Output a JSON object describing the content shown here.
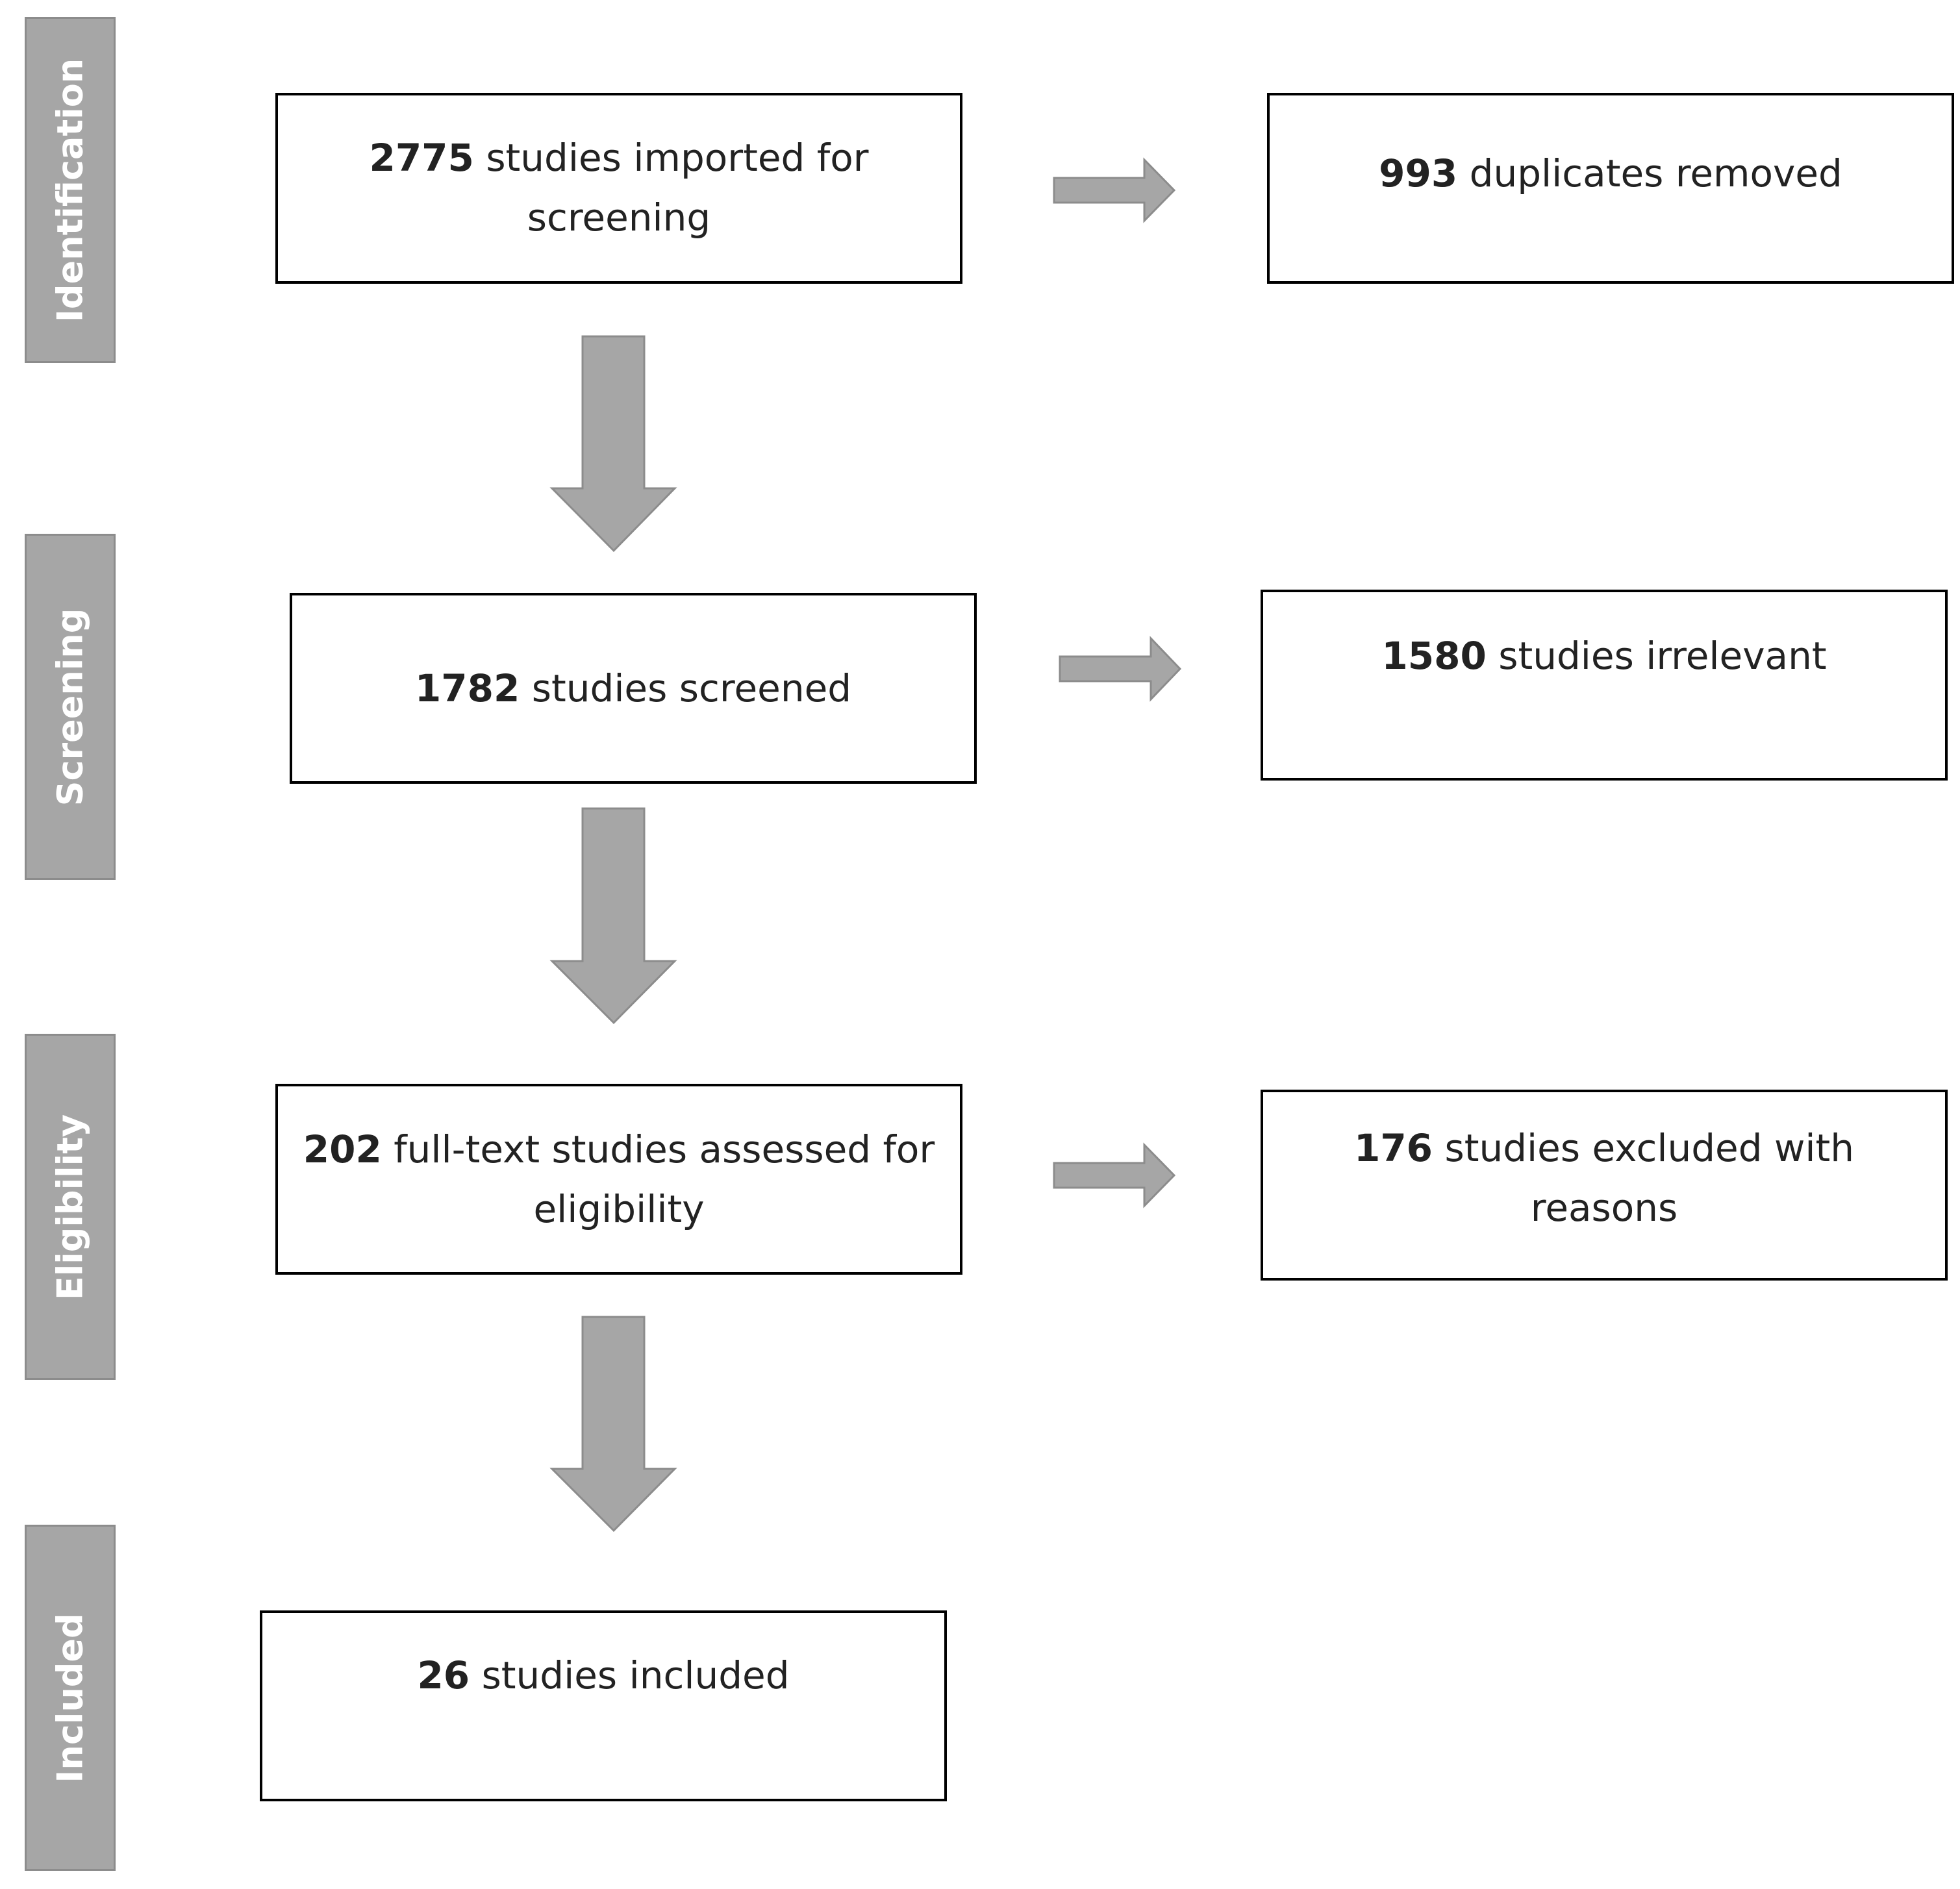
{
  "stages": {
    "identification": "Identification",
    "screening": "Screening",
    "eligibility": "Eligibility",
    "included": "Included"
  },
  "boxes": {
    "imported": {
      "count": "2775",
      "text1": " studies imported for",
      "text2": "screening"
    },
    "duplicates": {
      "count": "993",
      "text1": " duplicates removed"
    },
    "screened": {
      "count": "1782",
      "text1": " studies screened"
    },
    "irrelevant": {
      "count": "1580",
      "text1": " studies irrelevant"
    },
    "fulltext": {
      "count": "202",
      "text1": " full-text studies assessed for",
      "text2": "eligibility"
    },
    "excluded": {
      "count": "176",
      "text1": " studies excluded with",
      "text2": "reasons"
    },
    "included": {
      "count": "26",
      "text1": " studies included"
    }
  },
  "colors": {
    "stage_fill": "#a6a6a6",
    "arrow_fill": "#a6a6a6",
    "box_border": "#000000"
  }
}
